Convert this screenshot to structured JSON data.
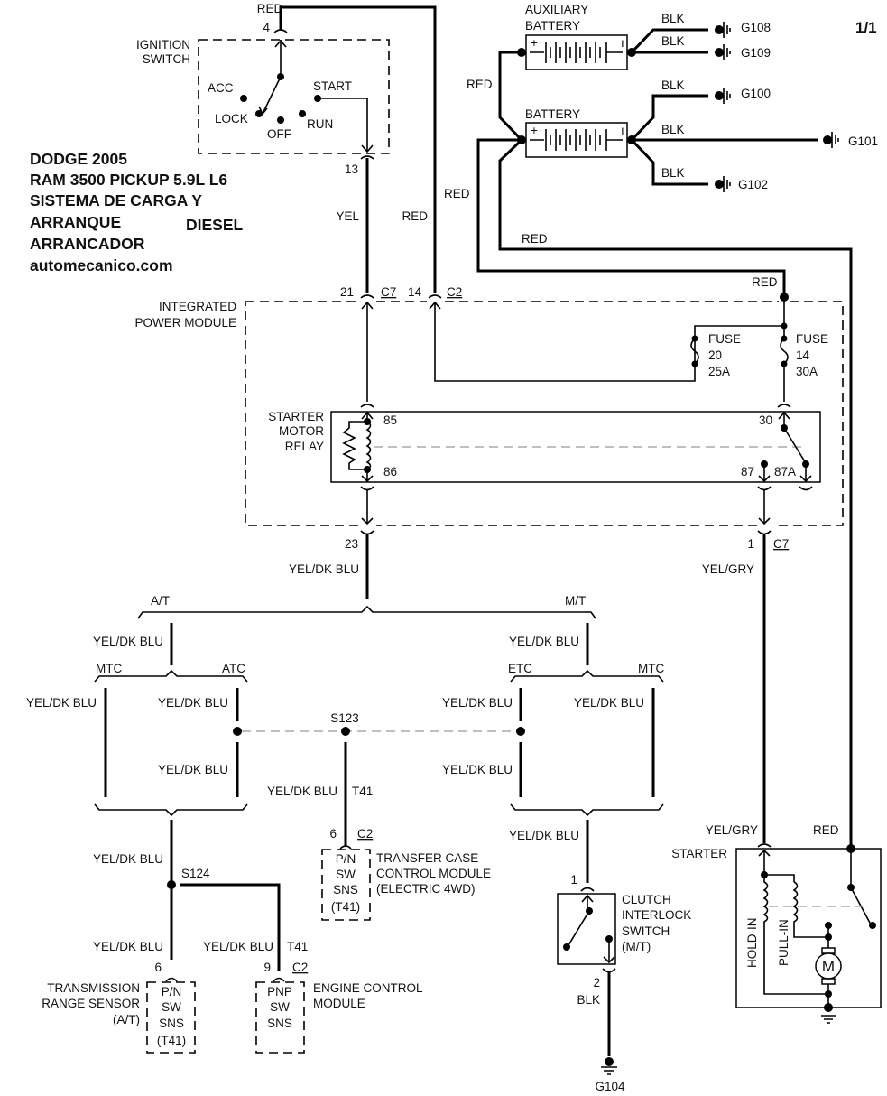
{
  "page_number": "1/1",
  "title": {
    "line1": "DODGE 2005",
    "line2": "RAM 3500 PICKUP 5.9L L6",
    "line3": "SISTEMA DE CARGA Y",
    "line4": "ARRANQUE",
    "engine": "DIESEL",
    "line5": "ARRANCADOR",
    "site": "automecanico.com"
  },
  "ignition_switch": {
    "label1": "IGNITION",
    "label2": "SWITCH",
    "positions": {
      "acc": "ACC",
      "lock": "LOCK",
      "off": "OFF",
      "run": "RUN",
      "start": "START"
    },
    "input_pin": "4",
    "input_wire": "RED",
    "output_pin": "13",
    "output_wire": "YEL"
  },
  "batteries": {
    "aux_label1": "AUXILIARY",
    "aux_label2": "BATTERY",
    "main_label": "BATTERY",
    "plus": "+",
    "minus": "ı",
    "feed_wire_1": "RED",
    "feed_wire_2": "RED",
    "feed_wire_3": "RED"
  },
  "grounds": [
    {
      "wire": "BLK",
      "id": "G108"
    },
    {
      "wire": "BLK",
      "id": "G109"
    },
    {
      "wire": "BLK",
      "id": "G100"
    },
    {
      "wire": "BLK",
      "id": "G101"
    },
    {
      "wire": "BLK",
      "id": "G102"
    },
    {
      "wire": "",
      "id": "G104"
    }
  ],
  "ipm": {
    "label1": "INTEGRATED",
    "label2": "POWER MODULE",
    "conn_left_pin": "21",
    "conn_left_id": "C7",
    "conn_mid_pin": "14",
    "conn_mid_id": "C2",
    "ignition_feed_wire": "RED",
    "battery_feed_wire": "RED",
    "fuse_a": {
      "label": "FUSE",
      "number": "20",
      "rating": "25A"
    },
    "fuse_b": {
      "label": "FUSE",
      "number": "14",
      "rating": "30A"
    },
    "relay": {
      "label1": "STARTER",
      "label2": "MOTOR",
      "label3": "RELAY",
      "pin85": "85",
      "pin86": "86",
      "pin30": "30",
      "pin87": "87",
      "pin87a": "87A"
    },
    "out_left_pin": "23",
    "out_left_wire": "YEL/DK BLU",
    "out_right_pin": "1",
    "out_right_id": "C7",
    "out_right_wire": "YEL/GRY"
  },
  "branches": {
    "at": "A/T",
    "mt": "M/T",
    "at_wire": "YEL/DK BLU",
    "mt_wire": "YEL/DK BLU",
    "at_mtc": "MTC",
    "at_atc": "ATC",
    "mt_etc": "ETC",
    "mt_mtc": "MTC",
    "wire": "YEL/DK BLU",
    "splice_s123": "S123",
    "splice_s124": "S124",
    "t41": "T41"
  },
  "transfer_case": {
    "pin": "6",
    "conn": "C2",
    "box_lines": [
      "P/N",
      "SW",
      "SNS",
      "(T41)"
    ],
    "label_lines": [
      "TRANSFER CASE",
      "CONTROL MODULE",
      "(ELECTRIC 4WD)"
    ],
    "wire": "YEL/DK BLU"
  },
  "trs": {
    "pin": "6",
    "box_lines": [
      "P/N",
      "SW",
      "SNS",
      "(T41)"
    ],
    "label_lines": [
      "TRANSMISSION",
      "RANGE SENSOR",
      "(A/T)"
    ],
    "wire": "YEL/DK BLU"
  },
  "ecm": {
    "pin": "9",
    "conn": "C2",
    "box_lines": [
      "PNP",
      "SW",
      "SNS"
    ],
    "label_lines": [
      "ENGINE CONTROL",
      "MODULE"
    ],
    "wire": "YEL/DK BLU",
    "circuit": "T41"
  },
  "clutch": {
    "pin_in": "1",
    "pin_out": "2",
    "in_wire": "YEL/DK BLU",
    "out_wire": "BLK",
    "label_lines": [
      "CLUTCH",
      "INTERLOCK",
      "SWITCH",
      "(M/T)"
    ]
  },
  "starter": {
    "label": "STARTER",
    "control_wire": "YEL/GRY",
    "battery_wire": "RED",
    "hold_in": "HOLD-IN",
    "pull_in": "PULL-IN",
    "motor": "M"
  }
}
